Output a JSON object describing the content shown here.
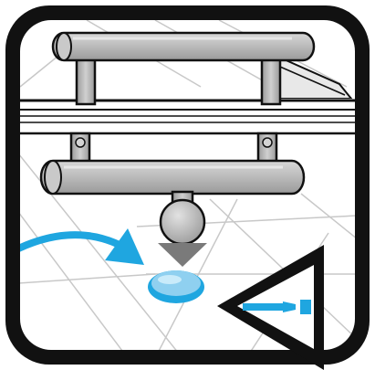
{
  "figure": {
    "panel": "step-illustration",
    "subject": "drawer-front-with-handle",
    "components": {
      "top_bar": "handle-bar",
      "lower_bar": "handle-bar",
      "knob": "round-knob",
      "part": "clear-rubber-bumper",
      "pointer": "curved-arrow",
      "badge": "triangle-callout"
    }
  },
  "colors": {
    "frame": "#111111",
    "panel_bg": "#ffffff",
    "tile_line": "#c8c8c8",
    "bar_fill": "#b5b5b5",
    "bar_light": "#d4d4d4",
    "accent_blue": "#1fa6e0",
    "bumper_fill": "#8fd0f0",
    "gray_arrow": "#7a7a7a"
  }
}
